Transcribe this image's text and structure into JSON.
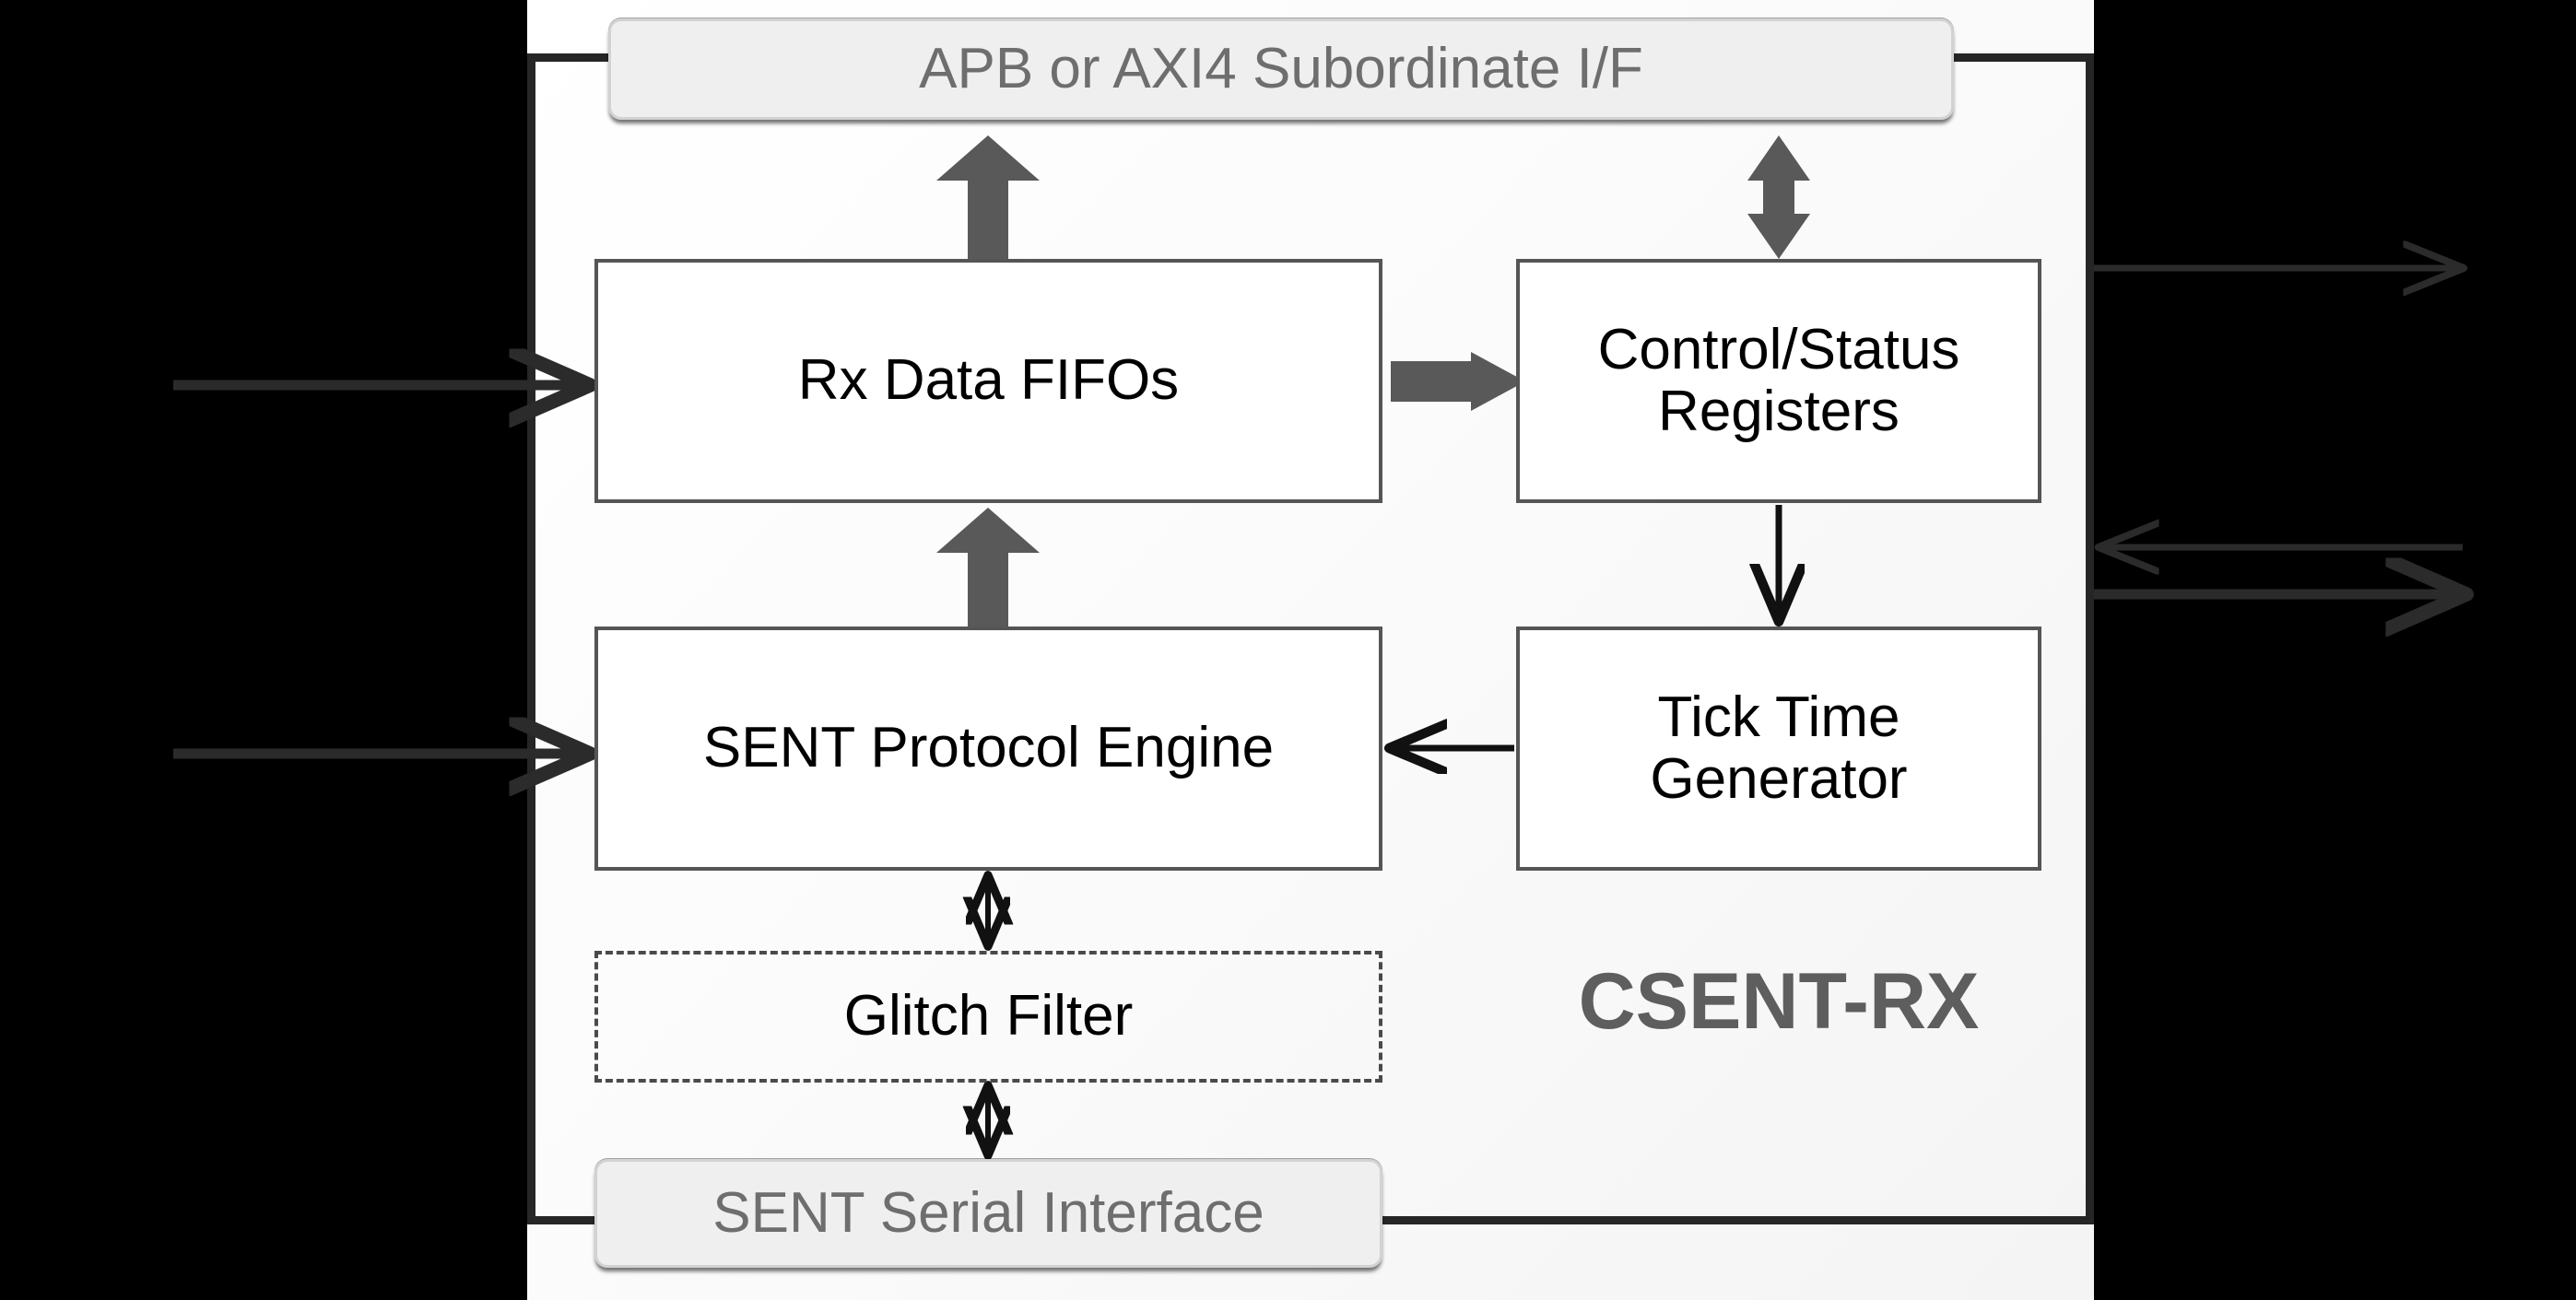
{
  "diagram": {
    "title": "CSENT-RX",
    "chip_label": "CSENT-RX",
    "blocks": {
      "apb_if": {
        "label": "APB or AXI4 Subordinate I/F",
        "style": "external-gray-rounded"
      },
      "rx_fifos": {
        "label": "Rx Data FIFOs",
        "style": "solid-white"
      },
      "csr": {
        "label": "Control/Status\nRegisters",
        "style": "solid-white"
      },
      "sent_engine": {
        "label": "SENT Protocol Engine",
        "style": "solid-white"
      },
      "tick_gen": {
        "label": "Tick Time\nGenerator",
        "style": "solid-white"
      },
      "glitch_filter": {
        "label": "Glitch Filter",
        "style": "dashed-optional"
      },
      "serial_if": {
        "label": "SENT Serial Interface",
        "style": "external-gray-rounded"
      }
    },
    "connections": [
      {
        "name": "rx-fifos-to-apb",
        "from": "rx_fifos",
        "to": "apb_if",
        "kind": "block-arrow",
        "direction": "up"
      },
      {
        "name": "apb-to-csr",
        "from": "apb_if",
        "to": "csr",
        "kind": "block-arrow",
        "direction": "bidirectional-vertical"
      },
      {
        "name": "rx-fifos-to-csr",
        "from": "rx_fifos",
        "to": "csr",
        "kind": "block-arrow",
        "direction": "right"
      },
      {
        "name": "sent-engine-to-rx-fifos",
        "from": "sent_engine",
        "to": "rx_fifos",
        "kind": "block-arrow",
        "direction": "up"
      },
      {
        "name": "csr-to-tick-gen",
        "from": "csr",
        "to": "tick_gen",
        "kind": "thin-arrow",
        "direction": "down"
      },
      {
        "name": "tick-gen-to-sent-engine",
        "from": "tick_gen",
        "to": "sent_engine",
        "kind": "thin-arrow",
        "direction": "left"
      },
      {
        "name": "sent-engine-to-glitch-filter",
        "from": "sent_engine",
        "to": "glitch_filter",
        "kind": "thin-arrow",
        "direction": "bidirectional-vertical"
      },
      {
        "name": "glitch-filter-to-serial-if",
        "from": "glitch_filter",
        "to": "serial_if",
        "kind": "thin-arrow",
        "direction": "bidirectional-vertical"
      }
    ],
    "external_ports": [
      {
        "name": "left-port-rx-fifos",
        "side": "left",
        "direction": "in",
        "target": "rx_fifos"
      },
      {
        "name": "left-port-sent-engine",
        "side": "left",
        "direction": "in",
        "target": "sent_engine"
      },
      {
        "name": "right-port-top",
        "side": "right",
        "direction": "out"
      },
      {
        "name": "right-port-middle",
        "side": "right",
        "direction": "in"
      },
      {
        "name": "right-port-bottom",
        "side": "right",
        "direction": "out"
      }
    ],
    "colors": {
      "canvas_background": "#ffffff",
      "outer_background": "#000000",
      "chip_border": "#262626",
      "block_border": "#555555",
      "block_fill": "#ffffff",
      "external_block_fill": "#efefef",
      "external_block_text": "#6e6e6e",
      "block_arrow_fill": "#595959",
      "thin_arrow_stroke": "#111111",
      "chip_label_color": "#5e5e5e"
    }
  }
}
